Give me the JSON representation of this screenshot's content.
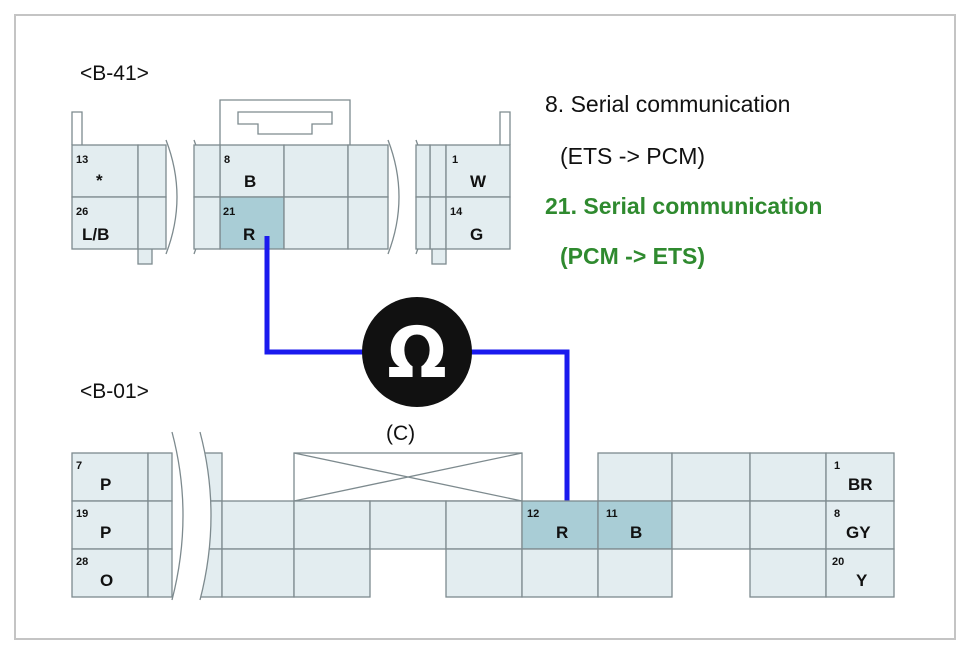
{
  "connectors": {
    "b41": {
      "label": "<B-41>",
      "pins": [
        {
          "num": "13",
          "color": "*"
        },
        {
          "num": "26",
          "color": "L/B"
        },
        {
          "num": "8",
          "color": "B"
        },
        {
          "num": "21",
          "color": "R"
        },
        {
          "num": "1",
          "color": "W"
        },
        {
          "num": "14",
          "color": "G"
        }
      ]
    },
    "b01": {
      "label": "<B-01>",
      "pins": [
        {
          "num": "7",
          "color": "P"
        },
        {
          "num": "19",
          "color": "P"
        },
        {
          "num": "28",
          "color": "O"
        },
        {
          "num": "12",
          "color": "R"
        },
        {
          "num": "11",
          "color": "B"
        },
        {
          "num": "1",
          "color": "BR"
        },
        {
          "num": "8",
          "color": "GY"
        },
        {
          "num": "20",
          "color": "Y"
        }
      ]
    }
  },
  "legend": {
    "line1": "8. Serial communication",
    "line2": "(ETS -> PCM)",
    "line3": "21. Serial communication",
    "line4": "(PCM -> ETS)"
  },
  "meter": {
    "symbol": "Ω",
    "icon": "ohmmeter-icon"
  },
  "callout": {
    "label": "(C)"
  },
  "colors": {
    "wire": "#1a1aee",
    "highlight_cell": "#a9cdd6",
    "cell": "#e3edf0",
    "legend_green": "#2f8a2f"
  }
}
